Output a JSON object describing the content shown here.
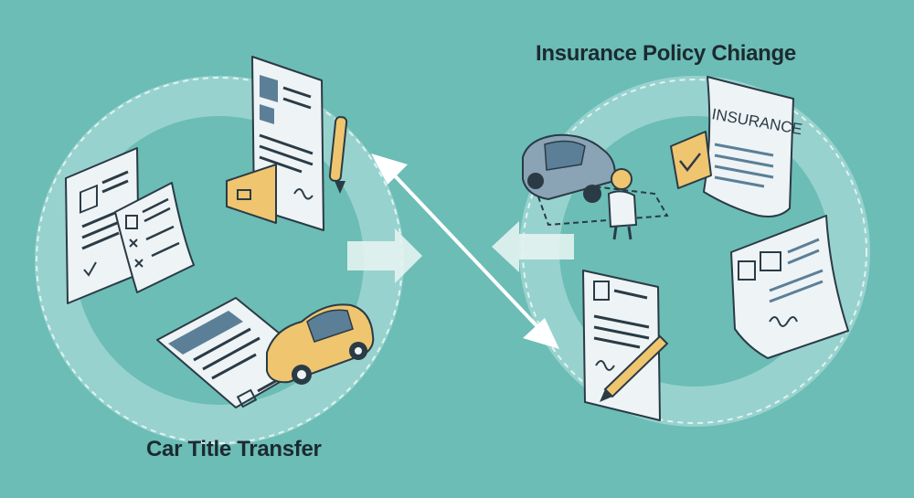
{
  "diagram": {
    "left_cycle": {
      "title": "Car Title Transfer",
      "icons": [
        "id-document-icon",
        "title-folder-icon",
        "title-paper-with-car-icon",
        "pen-icon"
      ]
    },
    "right_cycle": {
      "title": "Insurance Policy Chiange",
      "insurance_doc_text": "INSURANCE",
      "icons": [
        "car-with-person-icon",
        "insurance-document-icon",
        "shield-check-icon",
        "policy-form-icon",
        "signed-form-icon"
      ]
    },
    "connector": "double-headed-arrow",
    "colors": {
      "background": "#6bbdb6",
      "paper": "#eef3f6",
      "ink": "#2a3b45",
      "accent_yellow": "#efc570",
      "accent_blue": "#5b7f97",
      "ring": "#a7dad5"
    }
  }
}
